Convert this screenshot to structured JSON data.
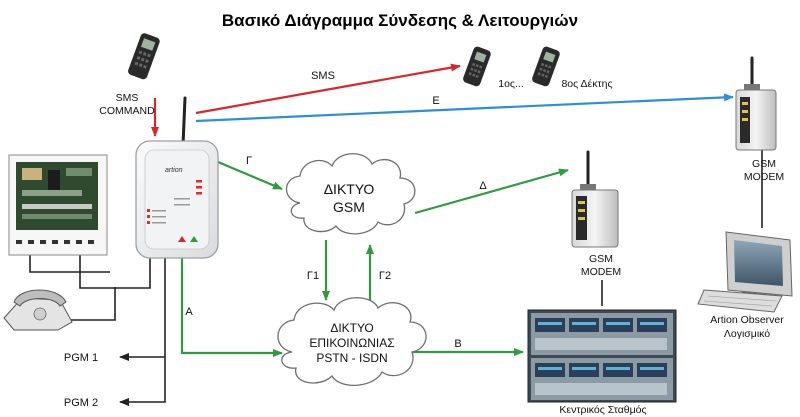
{
  "title": "Βασικό Διάγραμμα Σύνδεσης & Λειτουργιών",
  "devices": {
    "sms_command": [
      "SMS",
      "COMMAND"
    ],
    "receiver_first": "1ος...",
    "receiver_eighth": "8ος Δέκτης",
    "gsm_modem_right": [
      "GSM",
      "MODEM"
    ],
    "gsm_modem_center": [
      "GSM",
      "MODEM"
    ],
    "software": [
      "Artion Observer",
      "Λογισμικό"
    ],
    "central_station": "Κεντρικός Σταθμός",
    "communicator_brand": "artion"
  },
  "networks": {
    "gsm": [
      "ΔΙΚΤΥΟ",
      "GSM"
    ],
    "pstn": [
      "ΔΙΚΤΥΟ",
      "ΕΠΙΚΟΙΝΩΝΙΑΣ",
      "PSTN - ISDN"
    ]
  },
  "links": {
    "sms": "SMS",
    "e": "Ε",
    "g": "Γ",
    "d": "Δ",
    "g1": "Γ1",
    "g2": "Γ2",
    "a": "Α",
    "b": "Β"
  },
  "outputs": {
    "pgm1": "PGM 1",
    "pgm2": "PGM 2"
  },
  "colors": {
    "sms_arrow": "#d9262b",
    "e_arrow": "#2b8fd6",
    "green_arrow": "#2e9b40",
    "wire": "#222222",
    "cloud_fill": "#ffffff",
    "cloud_stroke": "#6f6f6f"
  }
}
